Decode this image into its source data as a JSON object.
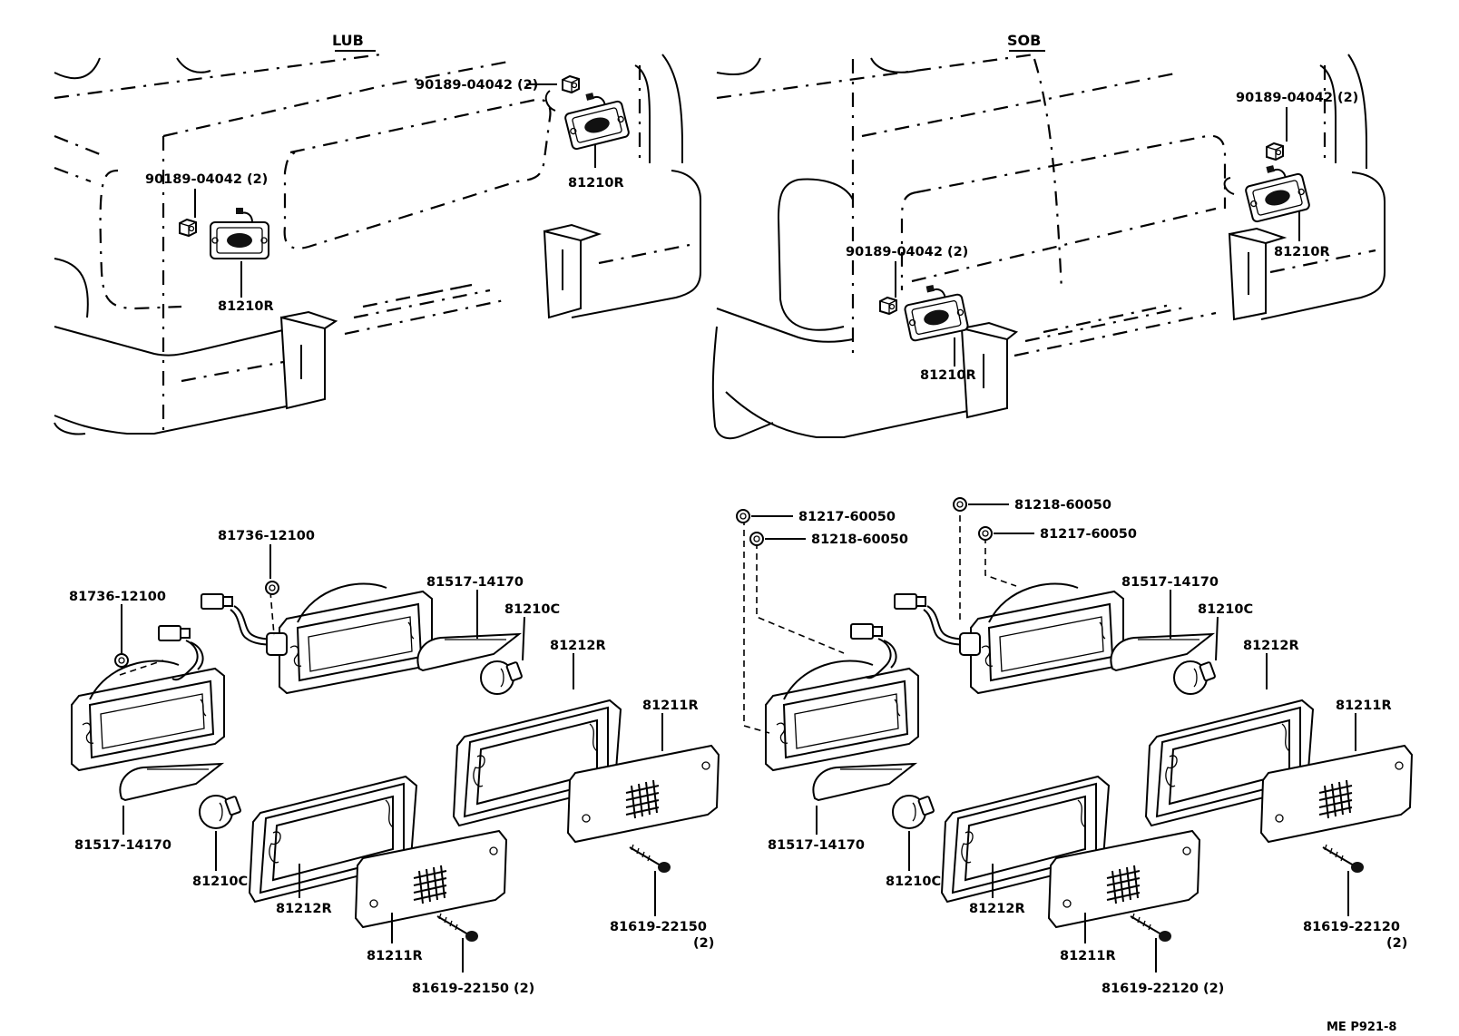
{
  "headers": {
    "left": "LUB",
    "right": "SOB"
  },
  "labels": {
    "lub_nut_top": "90189-04042 (2)",
    "lub_lamp_top": "81210R",
    "lub_nut_left": "90189-04042 (2)",
    "lub_lamp_left": "81210R",
    "sob_nut_top": "90189-04042 (2)",
    "sob_lamp_top": "81210R",
    "sob_nut_left": "90189-04042 (2)",
    "sob_lamp_left": "81210R",
    "l_socket_a": "81736-12100",
    "l_socket_b": "81736-12100",
    "l_reflector_a": "81517-14170",
    "l_bulb_a": "81210C",
    "l_gasket_a": "81212R",
    "l_lens_a": "81211R",
    "l_reflector_b": "81517-14170",
    "l_bulb_b": "81210C",
    "l_gasket_b": "81212R",
    "l_lens_b": "81211R",
    "l_screw_a": "81619-22150",
    "l_screw_a_qty": "(2)",
    "l_screw_b": "81619-22150 (2)",
    "r_grom_a": "81217-60050",
    "r_grom_b": "81218-60050",
    "r_grom_c": "81218-60050",
    "r_grom_d": "81217-60050",
    "r_reflector_a": "81517-14170",
    "r_bulb_a": "81210C",
    "r_gasket_a": "81212R",
    "r_lens_a": "81211R",
    "r_reflector_b": "81517-14170",
    "r_bulb_b": "81210C",
    "r_gasket_b": "81212R",
    "r_lens_b": "81211R",
    "r_screw_a": "81619-22120",
    "r_screw_a_qty": "(2)",
    "r_screw_b": "81619-22120 (2)"
  },
  "reference_code": "ME  P921-8"
}
